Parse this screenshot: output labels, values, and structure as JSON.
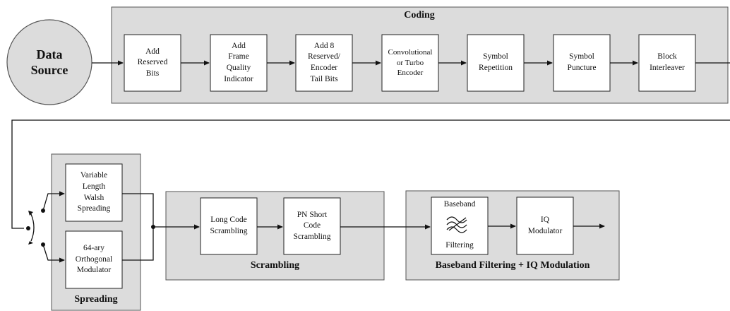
{
  "source": {
    "label": "Data\nSource"
  },
  "coding": {
    "title": "Coding",
    "blocks": [
      "Add\nReserved\nBits",
      "Add\nFrame\nQuality\nIndicator",
      "Add 8\nReserved/\nEncoder\nTail Bits",
      "Convolutional\nor Turbo\nEncoder",
      "Symbol\nRepetition",
      "Symbol\nPuncture",
      "Block\nInterleaver"
    ]
  },
  "spreading": {
    "title": "Spreading",
    "blocks": [
      "Variable\nLength\nWalsh\nSpreading",
      "64-ary\nOrthogonal\nModulator"
    ]
  },
  "scrambling": {
    "title": "Scrambling",
    "blocks": [
      "Long Code\nScrambling",
      "PN Short\nCode\nScrambling"
    ]
  },
  "modulation": {
    "title": "Baseband Filtering + IQ Modulation",
    "filter": {
      "label_top": "Baseband",
      "label_bottom": "Filtering",
      "icon": "lowpass-filter-icon"
    },
    "iq": "IQ\nModulator"
  }
}
